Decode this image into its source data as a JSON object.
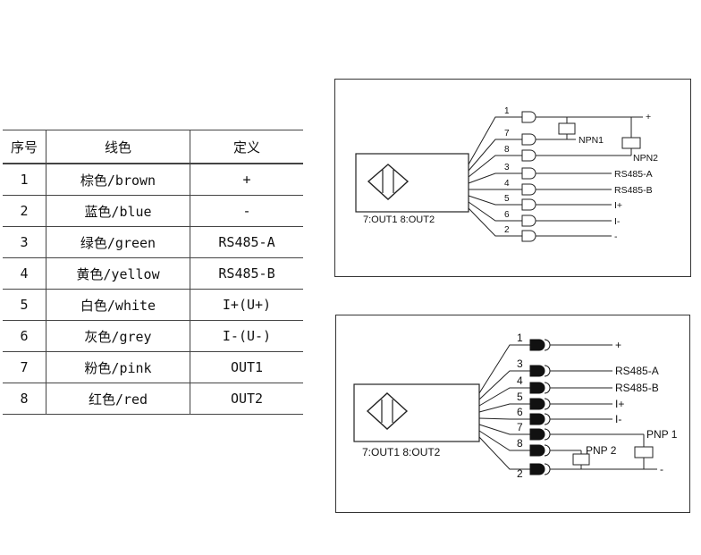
{
  "table": {
    "headers": [
      "序号",
      "线色",
      "定义"
    ],
    "rows": [
      [
        "1",
        "棕色/brown",
        "+"
      ],
      [
        "2",
        "蓝色/blue",
        "-"
      ],
      [
        "3",
        "绿色/green",
        "RS485-A"
      ],
      [
        "4",
        "黄色/yellow",
        "RS485-B"
      ],
      [
        "5",
        "白色/white",
        "I+(U+)"
      ],
      [
        "6",
        "灰色/grey",
        "I-(U-)"
      ],
      [
        "7",
        "粉色/pink",
        "OUT1"
      ],
      [
        "8",
        "红色/red",
        "OUT2"
      ]
    ]
  },
  "npn_diagram": {
    "sensor_label": "7:OUT1  8:OUT2",
    "pins": [
      "1",
      "7",
      "8",
      "3",
      "4",
      "5",
      "6",
      "2"
    ],
    "labels": {
      "plus": "+",
      "npn1": "NPN1",
      "npn2": "NPN2",
      "rs485a": "RS485-A",
      "rs485b": "RS485-B",
      "iplus": "I+",
      "iminus": "I-",
      "minus": "-"
    }
  },
  "pnp_diagram": {
    "sensor_label": "7:OUT1  8:OUT2",
    "pins": [
      "1",
      "3",
      "4",
      "5",
      "6",
      "7",
      "8",
      "2"
    ],
    "labels": {
      "plus": "+",
      "rs485a": "RS485-A",
      "rs485b": "RS485-B",
      "iplus": "I+",
      "iminus": "I-",
      "pnp1": "PNP 1",
      "pnp2": "PNP 2",
      "minus": "-"
    }
  }
}
